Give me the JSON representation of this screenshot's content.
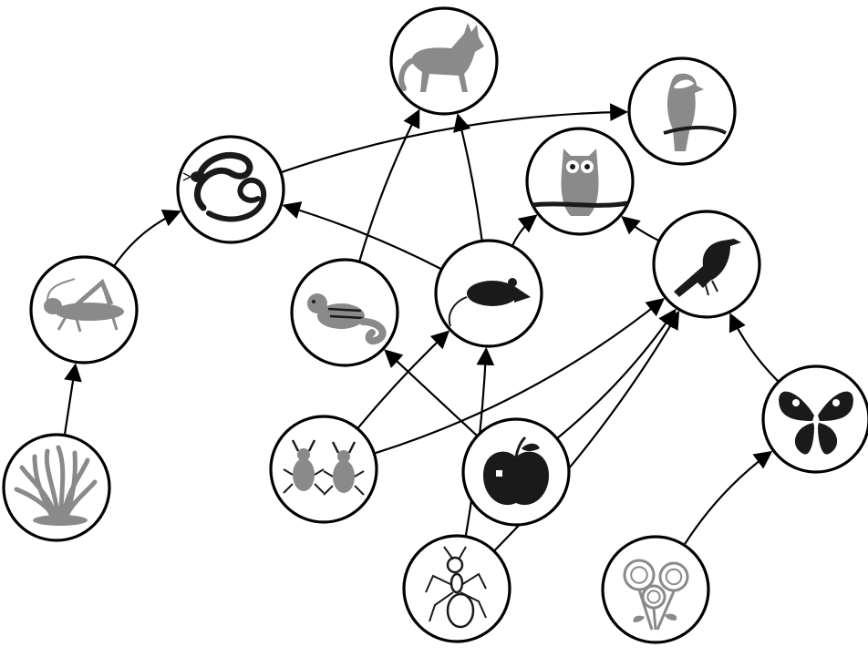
{
  "diagram": {
    "kind": "food web",
    "nodes": [
      {
        "id": "grass",
        "icon": "grass-icon"
      },
      {
        "id": "grasshopper",
        "icon": "grasshopper-icon"
      },
      {
        "id": "snake",
        "icon": "snake-icon"
      },
      {
        "id": "wolf",
        "icon": "wolf-icon"
      },
      {
        "id": "eagle",
        "icon": "eagle-icon"
      },
      {
        "id": "owl",
        "icon": "owl-icon"
      },
      {
        "id": "chipmunk",
        "icon": "chipmunk-icon"
      },
      {
        "id": "mouse",
        "icon": "mouse-icon"
      },
      {
        "id": "bird",
        "icon": "bird-icon"
      },
      {
        "id": "butterfly",
        "icon": "butterfly-icon"
      },
      {
        "id": "beetles",
        "icon": "beetles-icon"
      },
      {
        "id": "apple",
        "icon": "apple-icon"
      },
      {
        "id": "ant",
        "icon": "ant-icon"
      },
      {
        "id": "flowers",
        "icon": "flowers-icon"
      }
    ],
    "edges": [
      {
        "from": "grass",
        "to": "grasshopper"
      },
      {
        "from": "grasshopper",
        "to": "snake"
      },
      {
        "from": "snake",
        "to": "eagle"
      },
      {
        "from": "chipmunk",
        "to": "wolf"
      },
      {
        "from": "mouse",
        "to": "wolf"
      },
      {
        "from": "mouse",
        "to": "snake"
      },
      {
        "from": "mouse",
        "to": "owl"
      },
      {
        "from": "bird",
        "to": "owl"
      },
      {
        "from": "beetles",
        "to": "mouse"
      },
      {
        "from": "beetles",
        "to": "bird"
      },
      {
        "from": "apple",
        "to": "chipmunk"
      },
      {
        "from": "apple",
        "to": "bird"
      },
      {
        "from": "ant",
        "to": "mouse"
      },
      {
        "from": "ant",
        "to": "bird"
      },
      {
        "from": "butterfly",
        "to": "bird"
      },
      {
        "from": "flowers",
        "to": "butterfly"
      }
    ],
    "colors": {
      "stroke": "#000000",
      "fill": "#ffffff",
      "icon": "#1a1a1a",
      "icon_grey": "#8a8a8a"
    }
  }
}
